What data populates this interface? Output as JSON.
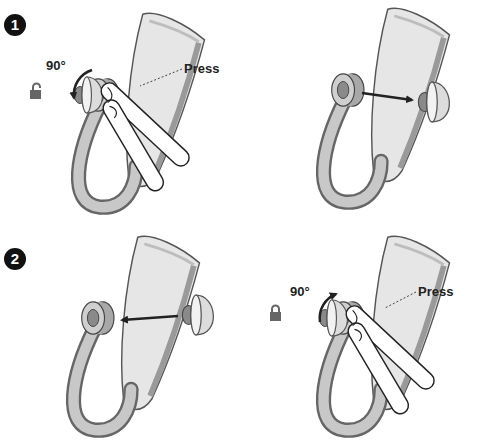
{
  "diagram": {
    "labels": [
      "1",
      "90°",
      "Press",
      "2",
      "90°",
      "Press"
    ]
  }
}
